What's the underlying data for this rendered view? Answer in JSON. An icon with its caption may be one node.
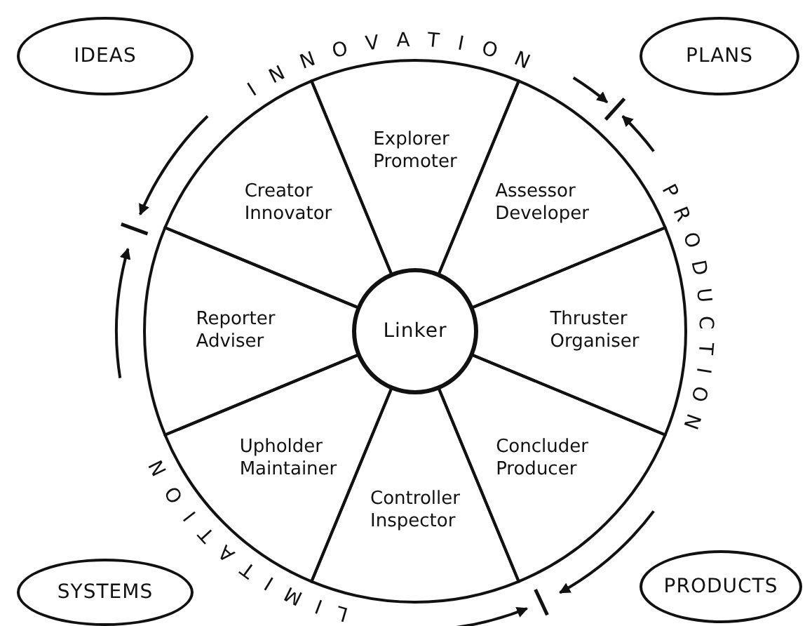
{
  "diagram": {
    "nodes": [
      {
        "text": [
          "IDEAS"
        ]
      },
      {
        "text": [
          "PLANS"
        ]
      },
      {
        "text": [
          "Explorer Promoter"
        ]
      },
      {
        "text": [
          "Creator Innovator"
        ]
      },
      {
        "text": [
          "Assessor Developer"
        ]
      },
      {
        "text": [
          "Reporter Adviser"
        ]
      },
      {
        "text": [
          "Linker"
        ]
      },
      {
        "text": [
          "Thruster Organiser"
        ]
      },
      {
        "text": [
          "Upholder Maintainer"
        ]
      },
      {
        "text": [
          "Concluder Producer"
        ]
      },
      {
        "text": [
          "Controller Inspector"
        ]
      },
      {
        "text": [
          "SYSTEMS"
        ]
      },
      {
        "text": [
          "PRODUCTS"
        ]
      }
    ],
    "edges": [],
    "labels": [
      "INNOVATION",
      "PRODUCTION",
      "LIMITATION"
    ]
  }
}
